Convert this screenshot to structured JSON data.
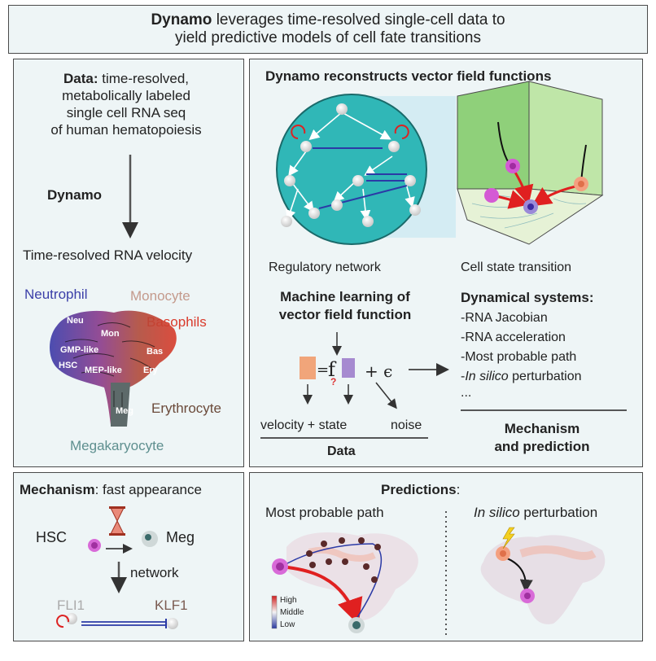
{
  "header": {
    "bold": "Dynamo",
    "line1": "leverages time-resolved single-cell data to",
    "line2": "yield predictive models of cell fate transitions"
  },
  "data_panel": {
    "label": "Data:",
    "line1": "time-resolved,",
    "line2": "metabolically labeled",
    "line3": "single cell RNA seq",
    "line4": "of human hematopoiesis",
    "arrow_label": "Dynamo",
    "velocity_title": "Time-resolved RNA velocity",
    "lineages": {
      "neutrophil": "Neutrophil",
      "monocyte": "Monocyte",
      "basophils": "Basophils",
      "erythrocyte": "Erythrocyte",
      "megakaryocyte": "Megakaryocyte"
    },
    "clusters": {
      "neu": "Neu",
      "mon": "Mon",
      "gmp": "GMP-like",
      "bas": "Bas",
      "hsc": "HSC",
      "mep": "MEP-like",
      "ery": "Ery",
      "meg": "Meg"
    },
    "colors": {
      "neutrophil": "#3b3fa8",
      "monocyte": "#c49a8c",
      "basophils": "#d93a2b",
      "erythrocyte": "#6b4a3a",
      "megakaryocyte": "#5e8f8f"
    }
  },
  "vector_panel": {
    "title": "Dynamo reconstructs vector field functions",
    "regulatory_network": "Regulatory network",
    "cell_state_transition": "Cell state transition",
    "ml_line1": "Machine learning of",
    "ml_line2": "vector field function",
    "eq_xdot": "ẋ",
    "eq_eq": "=",
    "eq_f": "f",
    "eq_x": "x",
    "eq_q": "?",
    "eq_plus": "+ ϵ",
    "velocity_state": "velocity + state",
    "noise": "noise",
    "data": "Data",
    "ds_title": "Dynamical systems:",
    "ds_items": [
      "-RNA Jacobian",
      "-RNA acceleration",
      "-Most probable path",
      "-"
    ],
    "ds_in_silico": "In silico",
    "ds_perturbation": "perturbation",
    "ds_ellipsis": "...",
    "mech_line1": "Mechanism",
    "mech_line2": "and prediction"
  },
  "mechanism_panel": {
    "label": "Mechanism",
    "rest": ": fast appearance",
    "hsc": "HSC",
    "meg": "Meg",
    "network": "network",
    "fli1": "FLI1",
    "klf1": "KLF1"
  },
  "predictions_panel": {
    "title": "Predictions",
    "colon": ":",
    "mpp": "Most probable path",
    "in_silico": "In silico",
    "perturbation": "perturbation",
    "legend_high": "High",
    "legend_middle": "Middle",
    "legend_low": "Low"
  }
}
